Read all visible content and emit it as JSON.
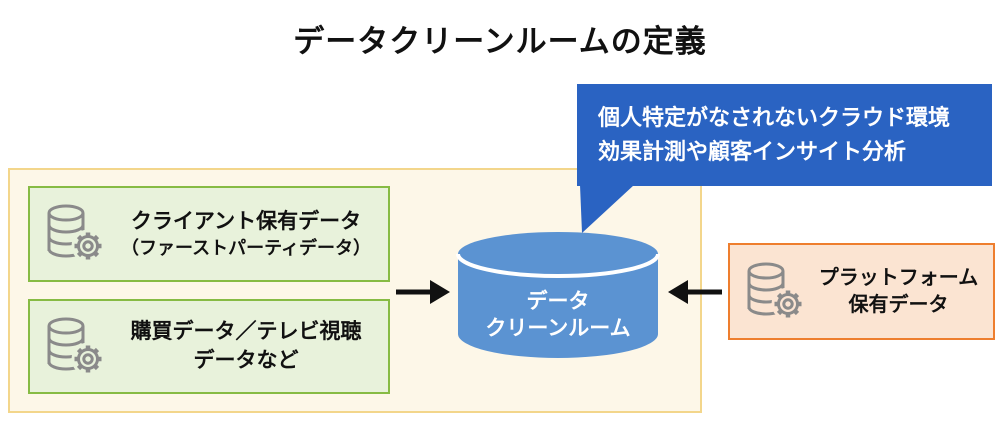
{
  "page": {
    "title": "データクリーンルームの定義"
  },
  "callout": {
    "line1": "個人特定がなされないクラウド環境",
    "line2": "効果計測や顧客インサイト分析"
  },
  "sources": {
    "client": {
      "line1": "クライアント保有データ",
      "line2": "（ファーストパーティデータ）"
    },
    "media": {
      "line1": "購買データ／テレビ視聴",
      "line2": "データなど"
    },
    "platform": {
      "line1": "プラットフォーム",
      "line2": "保有データ"
    }
  },
  "cleanroom": {
    "line1": "データ",
    "line2": "クリーンルーム"
  },
  "icons": {
    "database_gear": "database-gear-icon",
    "arrow_right": "arrow-right-icon",
    "arrow_left": "arrow-left-icon",
    "callout_tail": "speech-bubble-tail"
  },
  "colors": {
    "callout_bg": "#2a63c2",
    "callout_text": "#ffffff",
    "cylinder_fill": "#5b93d2",
    "cylinder_divider": "#ffffff",
    "container_bg": "#fdf7e8",
    "container_border": "#f3d68b",
    "source_green_bg": "#e8f2db",
    "source_green_border": "#87bb44",
    "platform_bg": "#fbe4d2",
    "platform_border": "#ee7e2e",
    "arrow": "#111111",
    "icon_gray": "#8a8a8a",
    "title_text": "#111111"
  }
}
